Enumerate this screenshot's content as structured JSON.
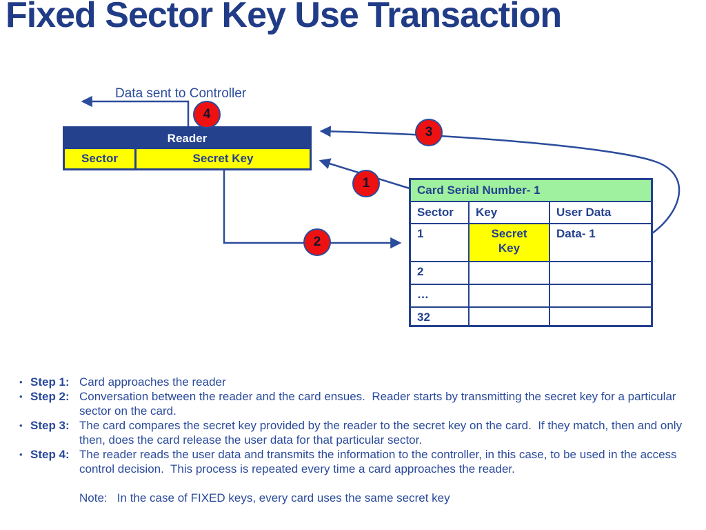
{
  "slide": {
    "title": "Fixed Sector Key Use Transaction"
  },
  "diagram": {
    "controller_label": "Data sent to Controller",
    "reader": {
      "title": "Reader",
      "sector_label": "Sector",
      "secret_key_label": "Secret Key"
    },
    "card": {
      "header": "Card Serial Number- 1",
      "columns": [
        "Sector",
        "Key",
        "User Data"
      ],
      "rows": [
        {
          "sector": "1",
          "key": "Secret\nKey",
          "user_data": "Data- 1"
        },
        {
          "sector": "2",
          "key": "",
          "user_data": ""
        },
        {
          "sector": "…",
          "key": "",
          "user_data": ""
        },
        {
          "sector": "32",
          "key": "",
          "user_data": ""
        }
      ]
    },
    "callouts": {
      "c1": "1",
      "c2": "2",
      "c3": "3",
      "c4": "4"
    }
  },
  "steps": {
    "bullet": "•",
    "items": [
      {
        "label": "Step 1:",
        "lines": [
          "Card approaches the reader"
        ]
      },
      {
        "label": "Step 2:",
        "lines": [
          "Conversation between the reader and the card ensues.  Reader starts by transmitting the secret key for a particular",
          "sector on the card."
        ]
      },
      {
        "label": "Step 3:",
        "lines": [
          "The card compares the secret key provided by the reader to the secret key on the card.  If they match, then and only",
          "then, does the card release the user data for that particular sector."
        ]
      },
      {
        "label": "Step 4:",
        "lines": [
          "The reader reads the user data and transmits the information to the controller, in this case, to be used in the access",
          "control decision.  This process is repeated every time a card approaches the reader."
        ]
      }
    ],
    "note": "Note:   In the case of FIXED keys, every card uses the same secret key"
  },
  "colors": {
    "navy": "#24418E",
    "line_blue": "#2B4C9C",
    "title_blue": "#213C87",
    "body_blue": "#2A4A9B",
    "callout_red": "#ED1111",
    "highlight_yellow": "#FFFF00",
    "card_header_green": "#9FF09F"
  }
}
